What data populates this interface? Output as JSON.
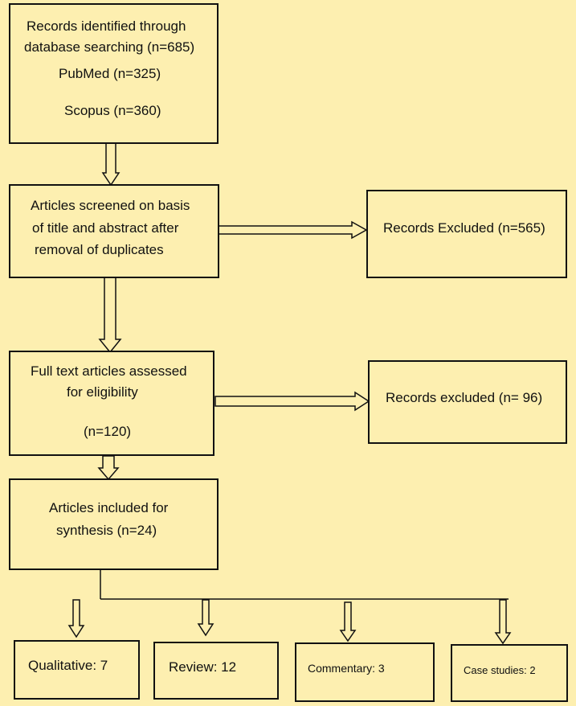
{
  "boxes": {
    "identified": {
      "line1": "Records identified through",
      "line2": "database searching (n=685)",
      "line3": "PubMed (n=325)",
      "line4": "Scopus (n=360)"
    },
    "screened": {
      "line1": "Articles screened on basis",
      "line2": "of title and abstract after",
      "line3": "removal of duplicates"
    },
    "excluded_1": {
      "line1": "Records Excluded (n=565)"
    },
    "fulltext": {
      "line1": "Full text articles assessed",
      "line2": "for eligibility",
      "line3": "(n=120)"
    },
    "excluded_2": {
      "line1": "Records excluded (n= 96)"
    },
    "included": {
      "line1": "Articles included for",
      "line2": "synthesis (n=24)"
    },
    "qualitative": {
      "label": "Qualitative: 7"
    },
    "review": {
      "label": "Review:  12"
    },
    "commentary": {
      "label": "Commentary: 3"
    },
    "case_studies": {
      "label": "Case studies: 2"
    }
  },
  "colors": {
    "background": "#fdefb0",
    "stroke": "#111111"
  }
}
